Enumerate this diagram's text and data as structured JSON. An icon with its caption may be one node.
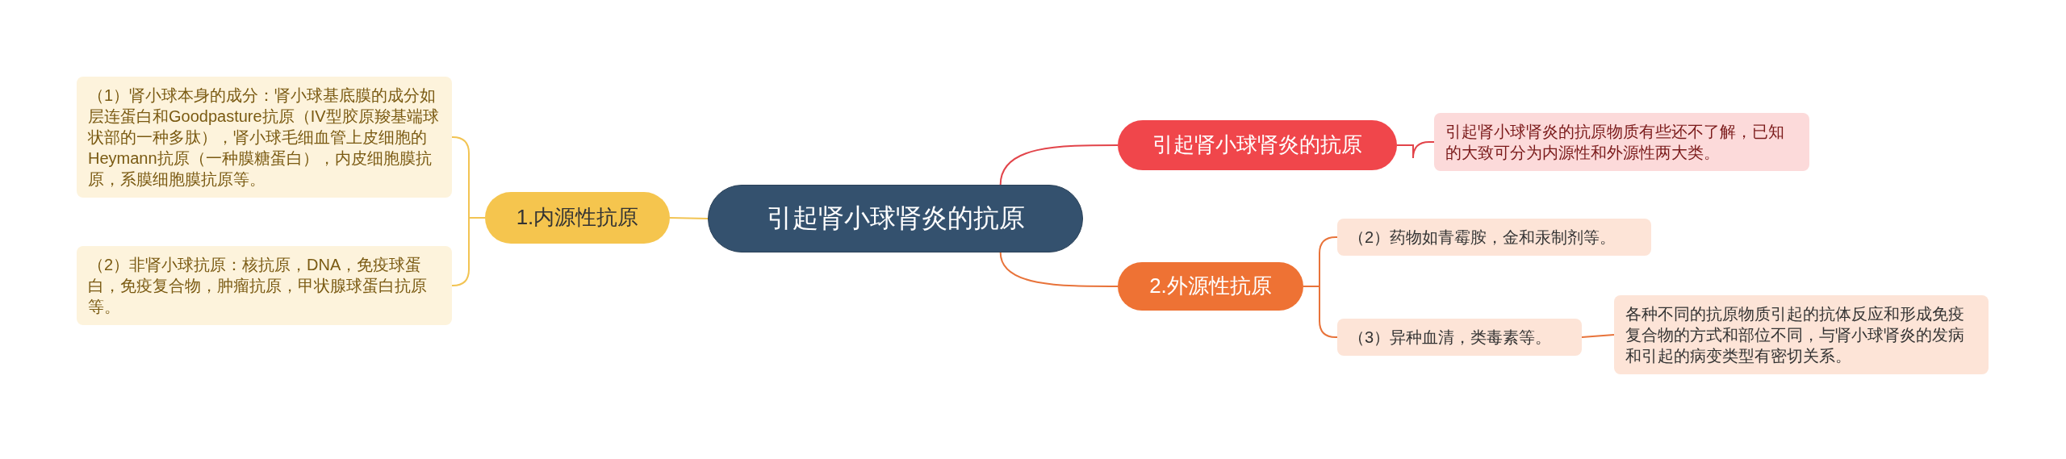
{
  "diagram": {
    "nodes": [
      {
        "text": [
          "引起肾小球肾炎的抗原"
        ]
      },
      {
        "text": [
          "引起肾小球肾炎的抗原"
        ]
      },
      {
        "text": [
          "引起肾小球肾炎的抗原物质有些还不了解，已知的大致可分为内源性和外源性两大类。"
        ]
      },
      {
        "text": [
          "1.内源性抗原"
        ]
      },
      {
        "text": [
          "（1）肾小球本身的成分：肾小球基底膜的成分如层连蛋白和Goodpasture抗原（IV型胶原羧基端球状部的一种多肽），肾小球毛细血管上皮细胞的Heymann抗原（一种膜糖蛋白），内皮细胞膜抗原，系膜细胞膜抗原等。"
        ]
      },
      {
        "text": [
          "（2）非肾小球抗原：核抗原，DNA，免疫球蛋白，免疫复合物，肿瘤抗原，甲状腺球蛋白抗原等。"
        ]
      },
      {
        "text": [
          "2.外源性抗原"
        ]
      },
      {
        "text": [
          "（2）药物如青霉胺，金和汞制剂等。"
        ]
      },
      {
        "text": [
          "（3）异种血清，类毒素等。"
        ]
      },
      {
        "text": [
          "各种不同的抗原物质引起的抗体反应和形成免疫复合物的方式和部位不同，与肾小球肾炎的发病和引起的病变类型有密切关系。"
        ]
      }
    ],
    "edges": [
      {
        "from": 0,
        "to": 1,
        "arrow": "none",
        "color": "#e2444a"
      },
      {
        "from": 1,
        "to": 2,
        "arrow": "none",
        "color": "#e2444a"
      },
      {
        "from": 0,
        "to": 3,
        "arrow": "none",
        "color": "#f2c453"
      },
      {
        "from": 3,
        "to": 4,
        "arrow": "none",
        "color": "#f2c453"
      },
      {
        "from": 3,
        "to": 5,
        "arrow": "none",
        "color": "#f2c453"
      },
      {
        "from": 0,
        "to": 6,
        "arrow": "none",
        "color": "#e8733a"
      },
      {
        "from": 6,
        "to": 7,
        "arrow": "none",
        "color": "#e8733a"
      },
      {
        "from": 6,
        "to": 8,
        "arrow": "none",
        "color": "#e8733a"
      },
      {
        "from": 8,
        "to": 9,
        "arrow": "none",
        "color": "#e8733a"
      }
    ]
  }
}
